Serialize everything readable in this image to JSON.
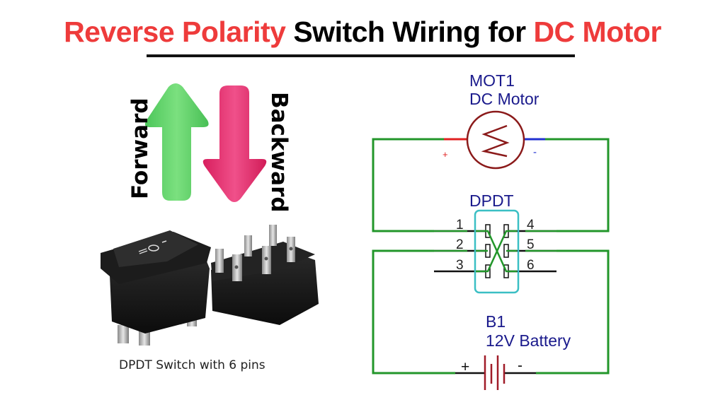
{
  "title": {
    "part1": "Reverse Polarity",
    "part2": " Switch Wiring for ",
    "part3": "DC Motor",
    "accent_color": "#ee3b3b"
  },
  "direction_graphic": {
    "forward_label": "Forward",
    "backward_label": "Backward",
    "forward_icon": "arrow-up-icon",
    "backward_icon": "arrow-down-icon",
    "forward_color": "#5fd36a",
    "backward_color": "#e8336f"
  },
  "product_photo": {
    "description": "rocker-switch-photo",
    "caption": "DPDT Switch with 6 pins"
  },
  "schematic": {
    "motor": {
      "ref": "MOT1",
      "name": "DC Motor",
      "plus": "+",
      "minus": "-"
    },
    "switch": {
      "ref": "DPDT",
      "pins_left": [
        "1",
        "2",
        "3"
      ],
      "pins_right": [
        "4",
        "5",
        "6"
      ]
    },
    "battery": {
      "ref": "B1",
      "name": "12V Battery",
      "plus": "+",
      "minus": "-"
    },
    "colors": {
      "wire": "#22962a",
      "component": "#8b1a1a",
      "label": "#1a1a8c",
      "switch_box": "#3bbfc4",
      "positive_lead": "#e02020",
      "negative_lead": "#2030d0"
    }
  }
}
